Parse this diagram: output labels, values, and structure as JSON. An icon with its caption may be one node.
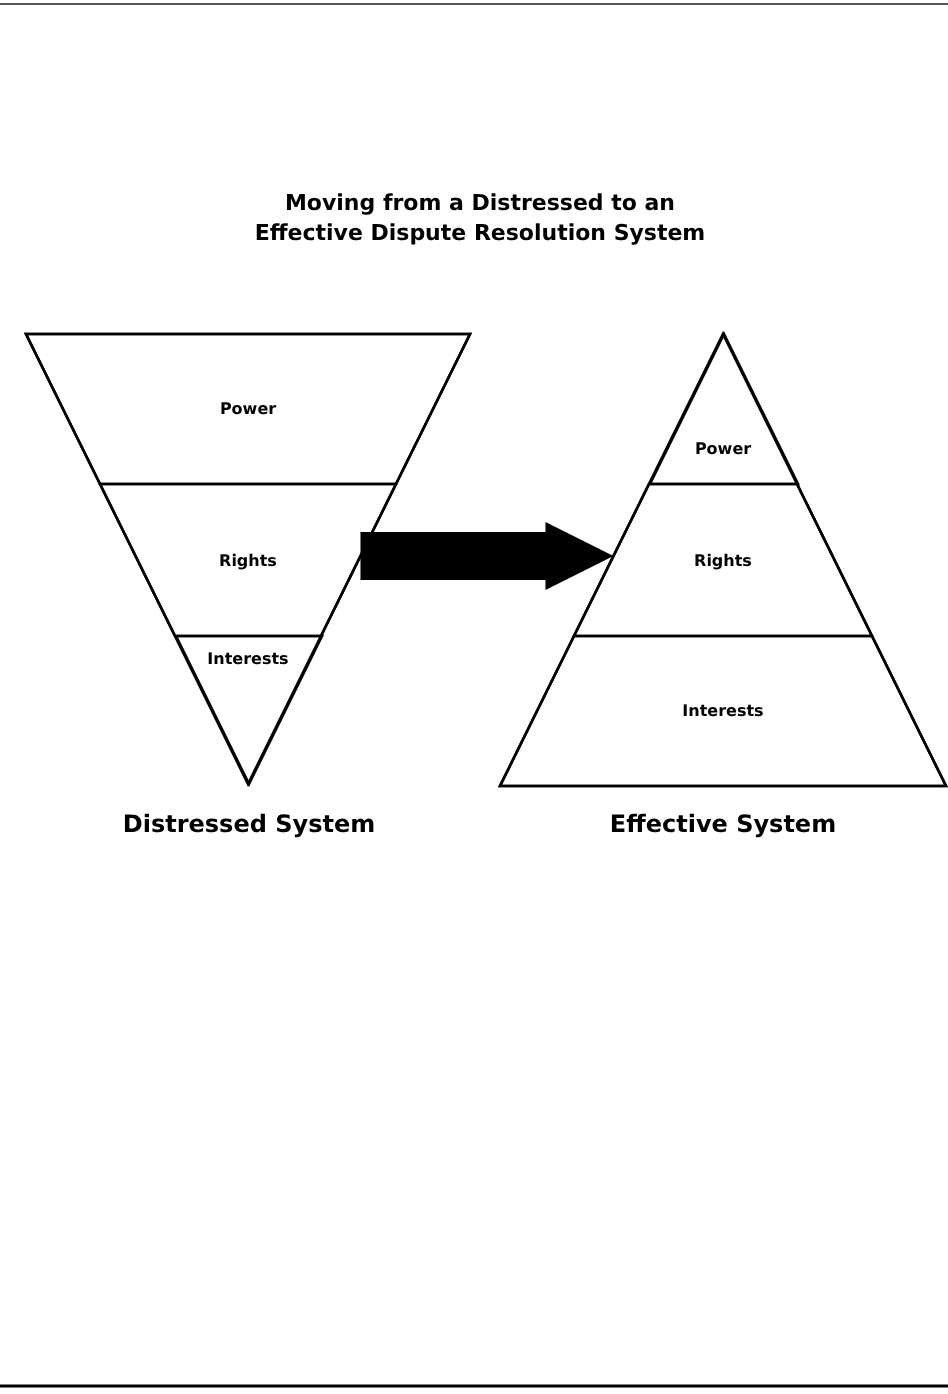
{
  "diagram": {
    "title": "Moving from a Distressed to an Effective Dispute Resolution System",
    "nodes": [
      {
        "text": [
          "Distressed System"
        ]
      },
      {
        "text": [
          "Power"
        ],
        "in": 0
      },
      {
        "text": [
          "Rights"
        ],
        "in": 0
      },
      {
        "text": [
          "Interests"
        ],
        "in": 0
      },
      {
        "text": [
          "Effective System"
        ]
      },
      {
        "text": [
          "Power"
        ],
        "in": 4
      },
      {
        "text": [
          "Rights"
        ],
        "in": 4
      },
      {
        "text": [
          "Interests"
        ],
        "in": 4
      }
    ],
    "edges": [
      {
        "from": 0,
        "to": 4,
        "arrow": "to"
      }
    ]
  }
}
